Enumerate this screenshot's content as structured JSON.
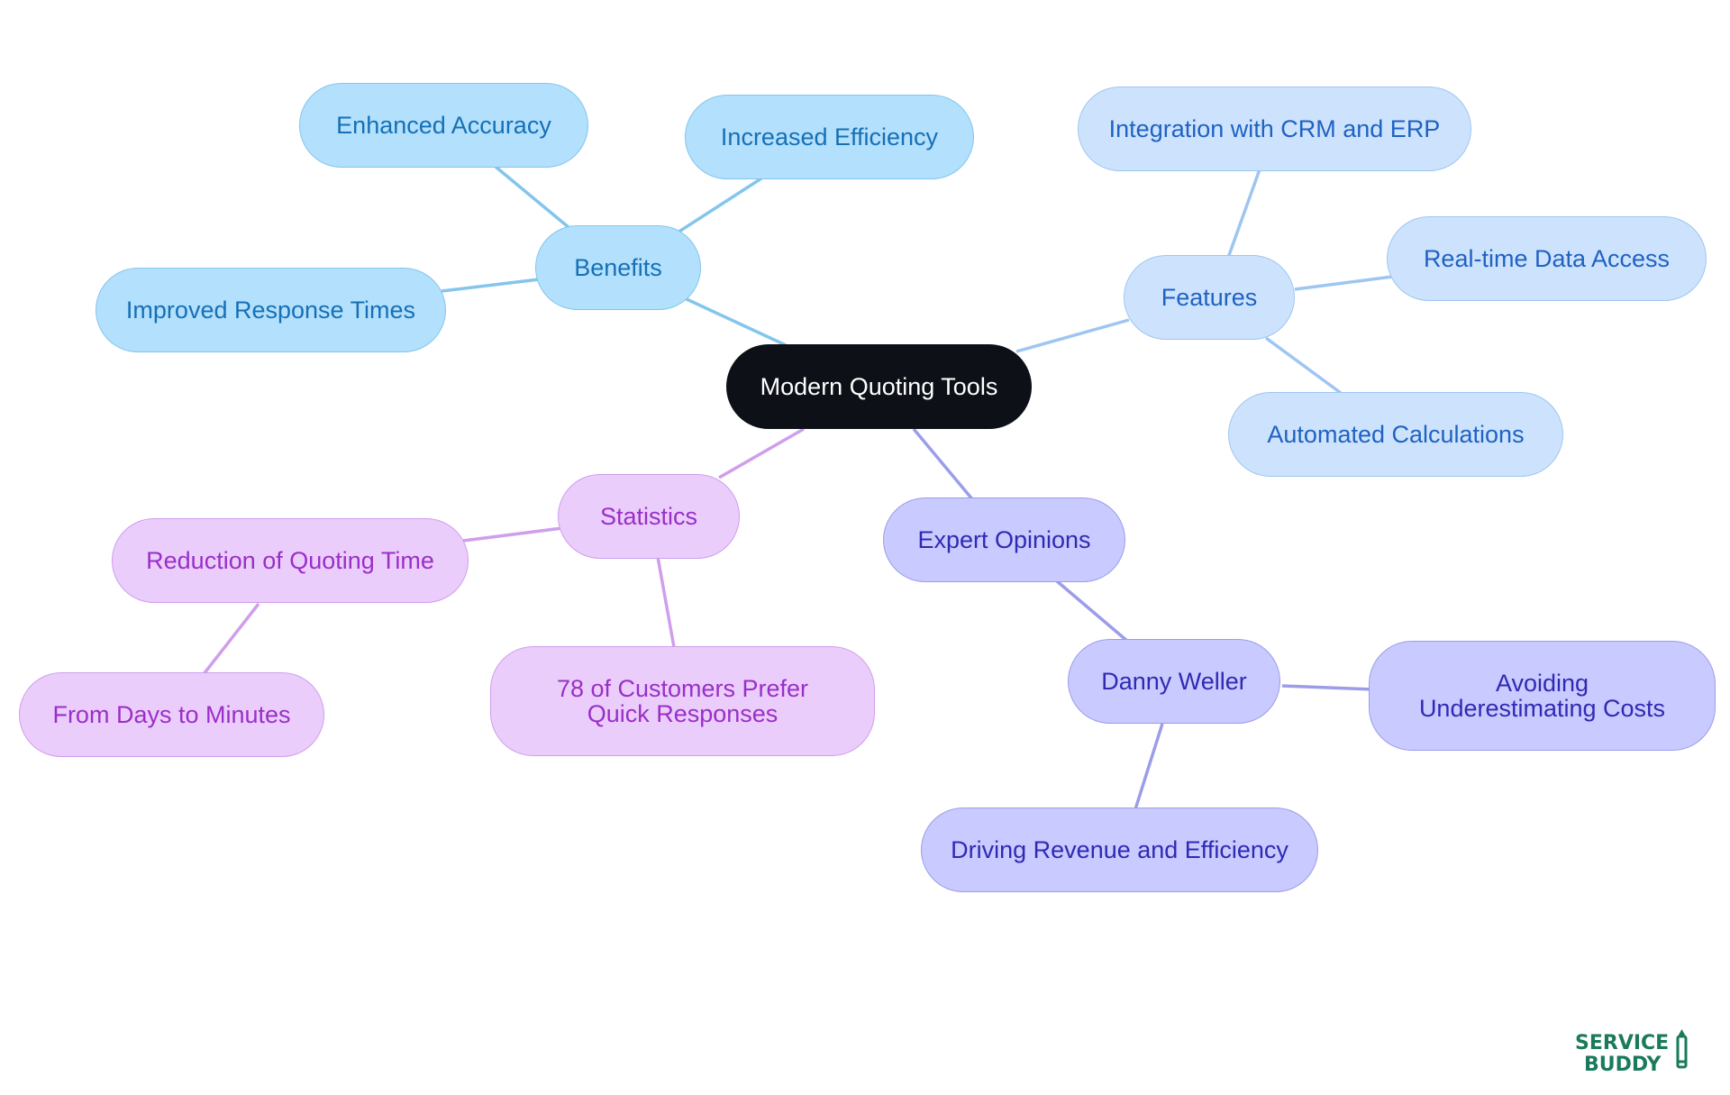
{
  "mindmap": {
    "root": {
      "label": "Modern Quoting Tools"
    },
    "branches": [
      {
        "id": "benefits",
        "label": "Benefits",
        "color": "#84c5ec",
        "children": [
          "Enhanced Accuracy",
          "Increased Efficiency",
          "Improved Response Times"
        ]
      },
      {
        "id": "features",
        "label": "Features",
        "color": "#9ec6f0",
        "children": [
          "Integration with CRM and ERP",
          "Real-time Data Access",
          "Automated Calculations"
        ]
      },
      {
        "id": "statistics",
        "label": "Statistics",
        "color": "#cf9eec",
        "children": [
          "Reduction of Quoting Time",
          "78 of Customers Prefer Quick Responses"
        ],
        "grandchildren": [
          "From Days to Minutes"
        ]
      },
      {
        "id": "expert-opinions",
        "label": "Expert Opinions",
        "color": "#9c9de8",
        "children": [
          "Danny Weller"
        ],
        "grandchildren": [
          "Avoiding Underestimating Costs",
          "Driving Revenue and Efficiency"
        ]
      }
    ]
  },
  "logo": {
    "line1": "SERVICE",
    "line2": "BUDDY",
    "color": "#1a7a5c"
  }
}
